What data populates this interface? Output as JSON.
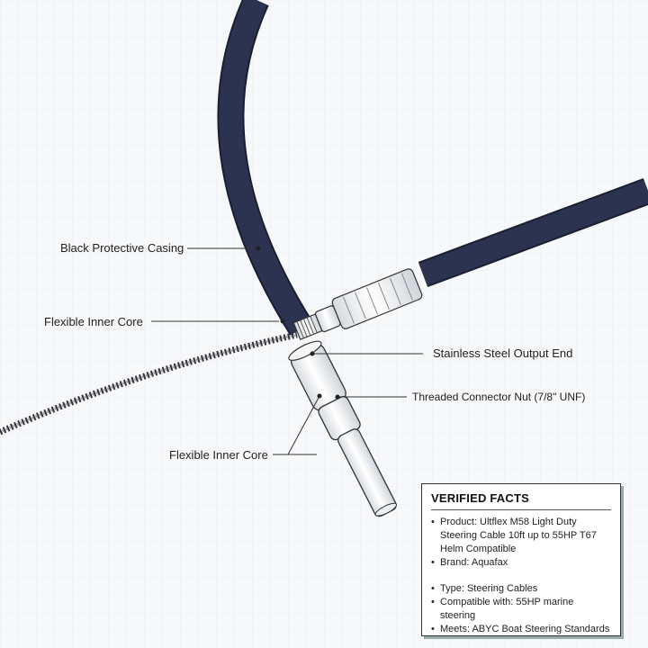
{
  "labels": {
    "casing": "Black Protective Casing",
    "inner_core_top": "Flexible Inner Core",
    "output_end": "Stainless Steel Output End",
    "connector_nut": "Threaded Connector Nut (7/8\" UNF)",
    "inner_core_bottom": "Flexible Inner Core"
  },
  "facts": {
    "title": "VERIFIED FACTS",
    "product": "Product: Ultflex M58 Light Duty Steering Cable 10ft up to 55HP T67 Helm Compatible",
    "brand": "Brand: Aquafax",
    "items": [
      "Type: Steering Cables",
      "Compatible with: 55HP marine steering",
      "Meets: ABYC Boat Steering Standards"
    ]
  },
  "colors": {
    "casing": "#2b3350",
    "metal": "#e9ecef",
    "outline": "#333333"
  }
}
